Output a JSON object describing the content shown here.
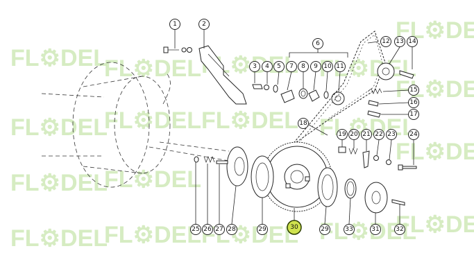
{
  "watermark": {
    "text": "FL⚙DEL",
    "color": "#cfe9b8"
  },
  "highlight_color": "#cfe24e",
  "callouts": [
    {
      "id": "c1",
      "label": "1"
    },
    {
      "id": "c2",
      "label": "2"
    },
    {
      "id": "c3",
      "label": "3"
    },
    {
      "id": "c4",
      "label": "4"
    },
    {
      "id": "c5",
      "label": "5"
    },
    {
      "id": "c6",
      "label": "6"
    },
    {
      "id": "c7",
      "label": "7"
    },
    {
      "id": "c8",
      "label": "8"
    },
    {
      "id": "c9",
      "label": "9"
    },
    {
      "id": "c10",
      "label": "10"
    },
    {
      "id": "c11",
      "label": "11"
    },
    {
      "id": "c12",
      "label": "12"
    },
    {
      "id": "c13",
      "label": "13"
    },
    {
      "id": "c14",
      "label": "14"
    },
    {
      "id": "c15",
      "label": "15"
    },
    {
      "id": "c16",
      "label": "16"
    },
    {
      "id": "c17",
      "label": "17"
    },
    {
      "id": "c18",
      "label": "18"
    },
    {
      "id": "c19",
      "label": "19"
    },
    {
      "id": "c20",
      "label": "20"
    },
    {
      "id": "c21",
      "label": "21"
    },
    {
      "id": "c22",
      "label": "22"
    },
    {
      "id": "c23",
      "label": "23"
    },
    {
      "id": "c24",
      "label": "24"
    },
    {
      "id": "c25",
      "label": "25"
    },
    {
      "id": "c26",
      "label": "26"
    },
    {
      "id": "c27",
      "label": "27"
    },
    {
      "id": "c28",
      "label": "28"
    },
    {
      "id": "c29a",
      "label": "29"
    },
    {
      "id": "c30",
      "label": "30",
      "highlight": true
    },
    {
      "id": "c29b",
      "label": "29"
    },
    {
      "id": "c33",
      "label": "33"
    },
    {
      "id": "c31",
      "label": "31"
    },
    {
      "id": "c32",
      "label": "32"
    }
  ]
}
